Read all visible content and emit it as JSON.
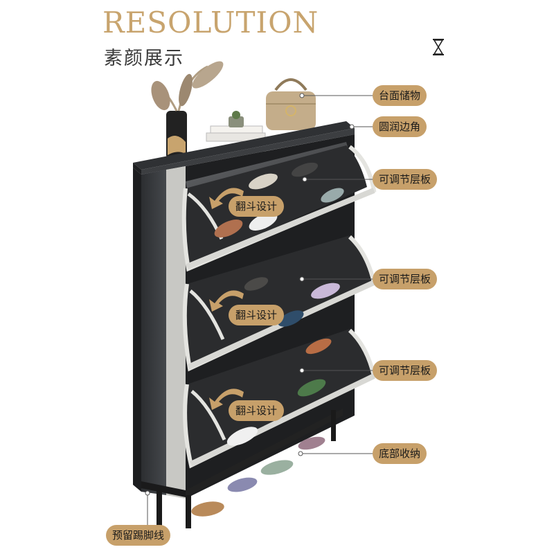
{
  "header": {
    "title": "RESOLUTION",
    "subtitle": "素颜展示",
    "corner_icon": "hourglass-icon"
  },
  "callouts": {
    "countertop_storage": "台面储物",
    "rounded_corner": "圆润边角",
    "adjustable_shelf_1": "可调节层板",
    "adjustable_shelf_2": "可调节层板",
    "adjustable_shelf_3": "可调节层板",
    "bottom_storage": "底部收纳",
    "kickboard": "预留踢脚线"
  },
  "flip_labels": {
    "flip_1": "翻斗设计",
    "flip_2": "翻斗设计",
    "flip_3": "翻斗设计"
  },
  "colors": {
    "accent_gold": "#c7a06a",
    "title_gold": "#c8a46e",
    "cabinet_dark": "#3b3d40",
    "cabinet_light": "#d9d9d6"
  }
}
